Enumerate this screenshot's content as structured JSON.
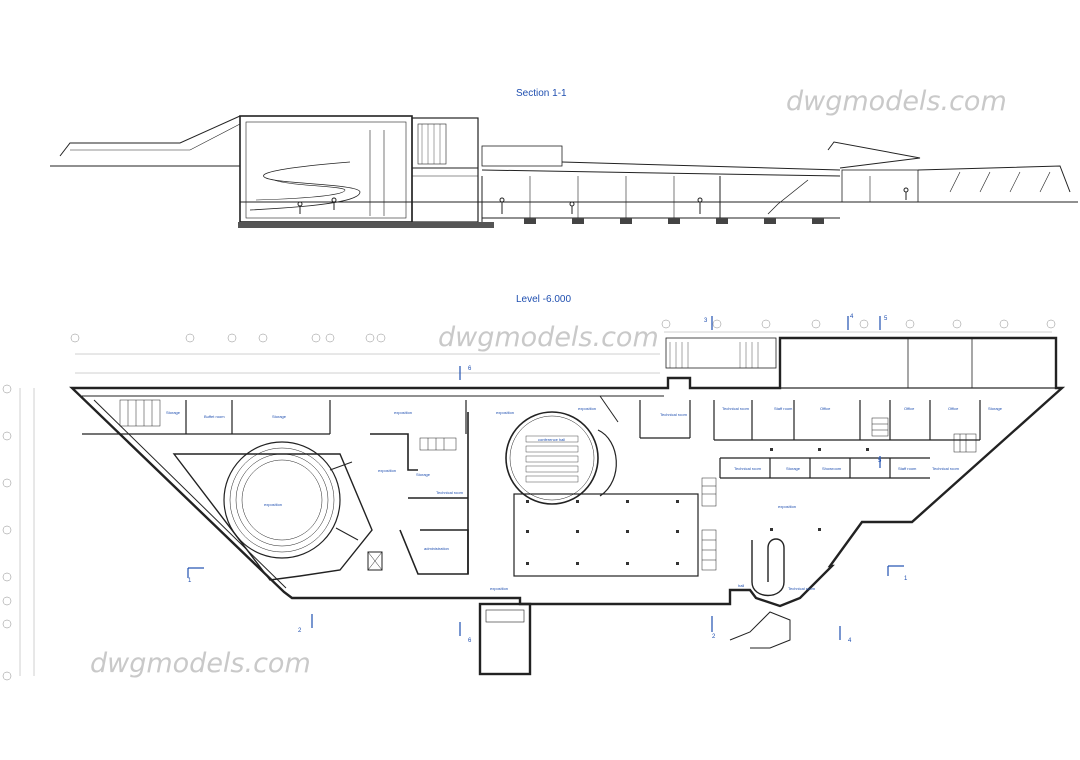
{
  "section": {
    "title": "Section 1-1"
  },
  "plan": {
    "title": "Level -6.000"
  },
  "watermarks": [
    "dwgmodels.com",
    "dwgmodels.com",
    "dwgmodels.com"
  ],
  "rooms": [
    "Storage",
    "Buffet room",
    "Storage",
    "exposition",
    "exposition",
    "exposition",
    "Technical room",
    "Technical room",
    "Staff room",
    "Office",
    "Office",
    "Office",
    "Storage",
    "exposition",
    "Technical room",
    "Storage",
    "conference hall",
    "administration",
    "exposition",
    "Technical room",
    "Storage",
    "Showroom",
    "Staff room",
    "Technical room",
    "exposition",
    "exposition",
    "hall",
    "Technical room"
  ],
  "section_marks": [
    "1",
    "1",
    "2",
    "2",
    "3",
    "4",
    "4",
    "5",
    "5",
    "6",
    "6"
  ],
  "colors": {
    "title": "#1f4fb0",
    "line": "#222222",
    "watermark": "#c9c9c9"
  }
}
